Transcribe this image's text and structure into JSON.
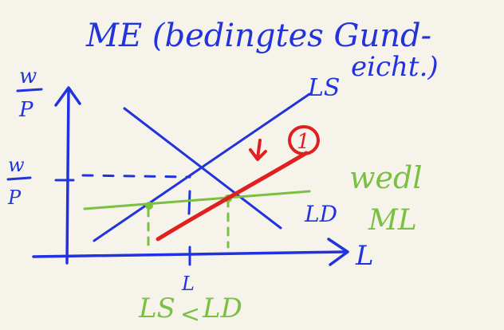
{
  "colors": {
    "ink_blue": "#2233dd",
    "ink_green": "#7bc043",
    "ink_red": "#e02020",
    "paper": "#f6f4ea"
  },
  "title": {
    "line1": "ME (bedingtes Gund-",
    "line2": "eicht.)"
  },
  "axes": {
    "y_label_top": "w",
    "y_label_bottom": "P",
    "x_label": "L",
    "y_tick_top": "w",
    "y_tick_bottom": "P"
  },
  "curves": {
    "supply_label": "LS",
    "demand_label": "LD"
  },
  "annotations": {
    "x_tick_label": "L",
    "below_ls": "LS",
    "below_lt": "<",
    "below_ld": "LD",
    "circle_number": "1",
    "green_label_line1": "wedl",
    "green_label_line2": "ML"
  }
}
